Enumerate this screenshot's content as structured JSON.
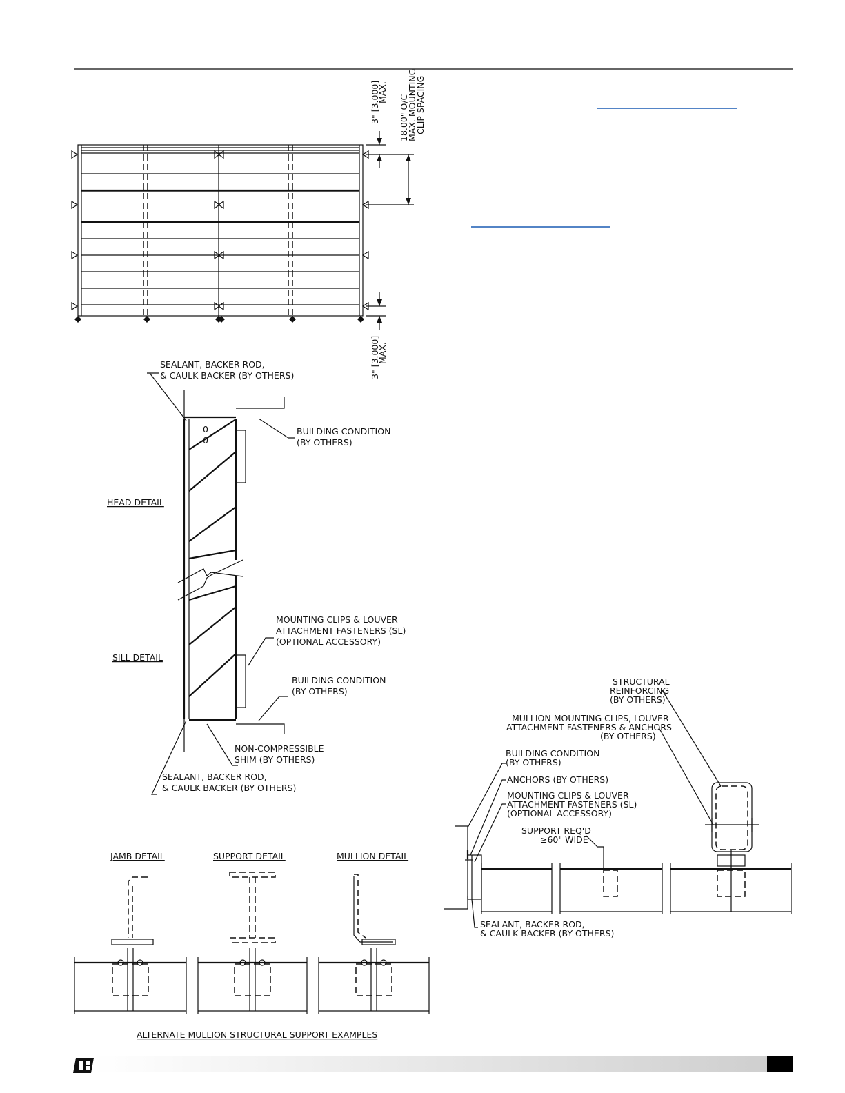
{
  "elevation": {
    "dim_top_value": "3\" [3.000]",
    "dim_top_max": "MAX.",
    "dim_spacing_1": "18.00\" O/C",
    "dim_spacing_2": "MAX. MOUNTING",
    "dim_spacing_3": "CLIP SPACING",
    "dim_bottom_value": "3\" [3.000]",
    "dim_bottom_max": "MAX."
  },
  "section": {
    "head_label": "HEAD DETAIL",
    "sill_label": "SILL DETAIL",
    "sealant_top_1": "SEALANT, BACKER ROD,",
    "sealant_top_2": "& CAULK BACKER (BY OTHERS)",
    "building_top_1": "BUILDING CONDITION",
    "building_top_2": "(BY OTHERS)",
    "clips_1": "MOUNTING CLIPS & LOUVER",
    "clips_2": "ATTACHMENT FASTENERS (SL)",
    "clips_3": "(OPTIONAL ACCESSORY)",
    "building_bot_1": "BUILDING CONDITION",
    "building_bot_2": "(BY OTHERS)",
    "shim_1": "NON-COMPRESSIBLE",
    "shim_2": "SHIM (BY OTHERS)",
    "sealant_bot_1": "SEALANT, BACKER ROD,",
    "sealant_bot_2": "& CAULK BACKER (BY OTHERS)"
  },
  "alternates": {
    "jamb": "JAMB DETAIL",
    "support": "SUPPORT DETAIL",
    "mullion": "MULLION DETAIL",
    "caption": "ALTERNATE MULLION STRUCTURAL SUPPORT EXAMPLES"
  },
  "plan": {
    "structural_1": "STRUCTURAL",
    "structural_2": "REINFORCING",
    "structural_3": "(BY OTHERS)",
    "mullion_1": "MULLION MOUNTING CLIPS, LOUVER",
    "mullion_2": "ATTACHMENT FASTENERS & ANCHORS",
    "mullion_3": "(BY OTHERS)",
    "building_1": "BUILDING CONDITION",
    "building_2": "(BY OTHERS)",
    "anchors": "ANCHORS (BY OTHERS)",
    "clips_1": "MOUNTING CLIPS & LOUVER",
    "clips_2": "ATTACHMENT FASTENERS (SL)",
    "clips_3": "(OPTIONAL ACCESSORY)",
    "support_1": "SUPPORT REQ'D",
    "support_2": "≥60\" WIDE",
    "sealant_1": "SEALANT, BACKER ROD,",
    "sealant_2": "& CAULK BACKER (BY OTHERS)"
  },
  "footer": {
    "logo_icon": "company-logo-icon"
  }
}
